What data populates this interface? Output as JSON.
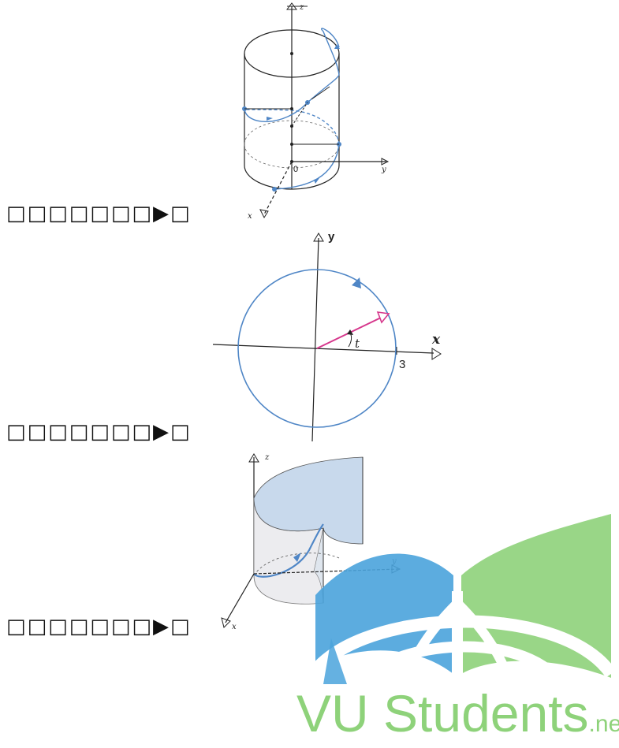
{
  "rows": [
    {
      "caption": "□□□□□□□▶□"
    },
    {
      "caption": "□□□□□□□▶□"
    },
    {
      "caption": "□□□□□□□▶□"
    }
  ],
  "fig1": {
    "labels": {
      "z": "z",
      "y": "y",
      "x": "x",
      "origin": "0"
    }
  },
  "fig2": {
    "labels": {
      "y": "y",
      "x": "x",
      "radius": "3",
      "angle": "t"
    }
  },
  "fig3": {
    "labels": {
      "z": "z",
      "y": "y",
      "x": "x"
    }
  },
  "watermark": {
    "brand": "VU Students",
    "suffix": ".net"
  },
  "colors": {
    "curve_blue": "#4f86c6",
    "vector_pink": "#d6378c",
    "surface_fill": "#c8d9ec",
    "watermark_blue": "#4aa3dc",
    "watermark_green": "#8ed27a"
  }
}
